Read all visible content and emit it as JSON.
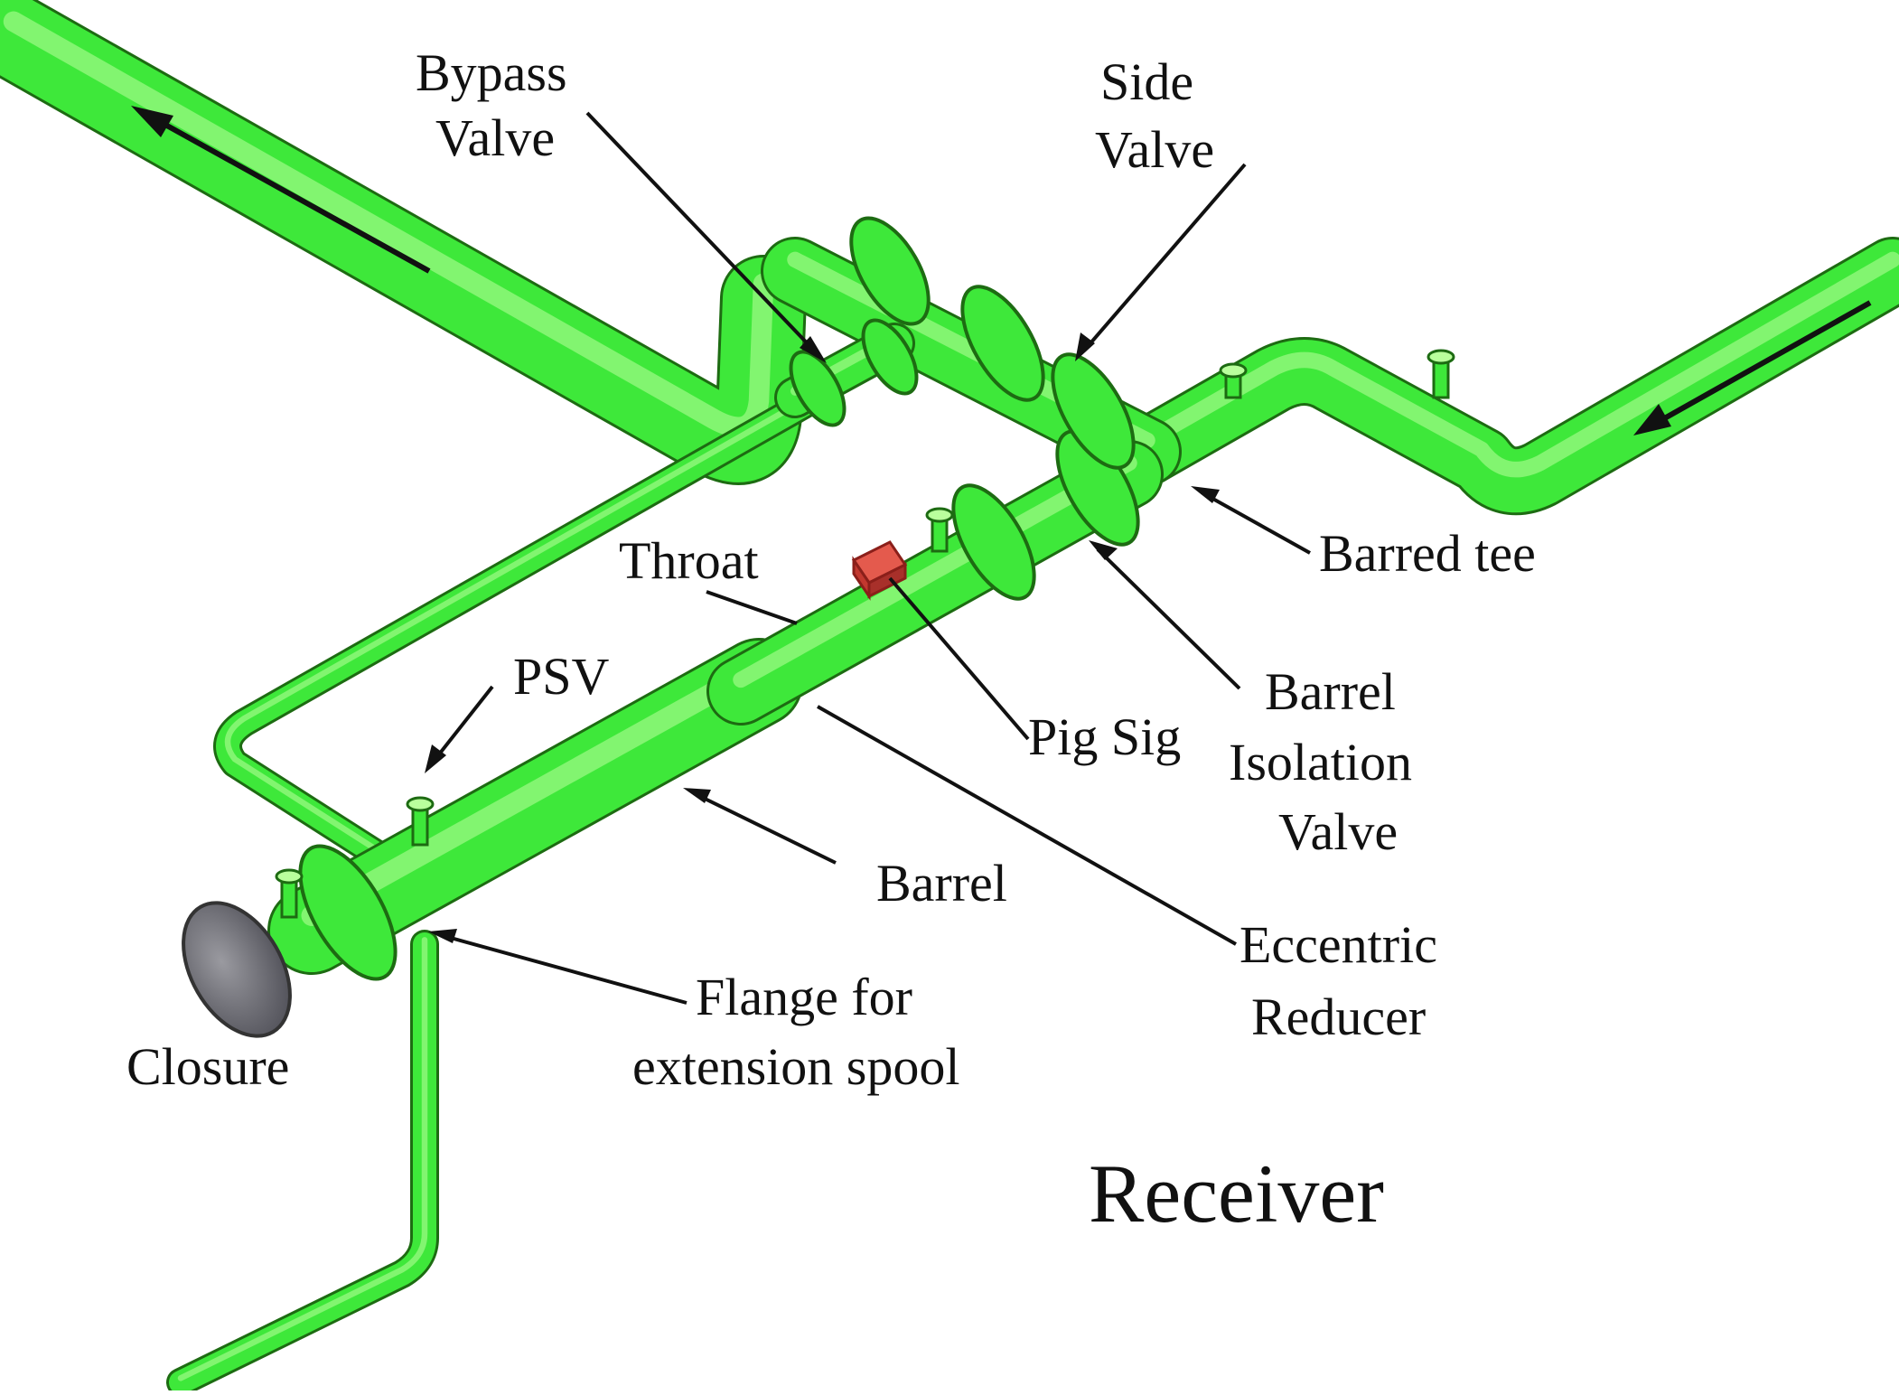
{
  "diagram": {
    "title": "Receiver",
    "labels": {
      "bypass_valve": [
        "Bypass",
        "Valve"
      ],
      "side_valve": [
        "Side",
        "Valve"
      ],
      "throat": "Throat",
      "barred_tee": "Barred tee",
      "pig_sig": "Pig Sig",
      "barrel_isolation_valve": [
        "Barrel",
        "Isolation",
        "Valve"
      ],
      "psv": "PSV",
      "barrel": "Barrel",
      "eccentric_reducer": [
        "Eccentric",
        "Reducer"
      ],
      "flange_extension_spool": [
        "Flange for",
        "extension spool"
      ],
      "closure": "Closure"
    },
    "colors": {
      "pipe": "#3ee83a",
      "pipe_shadow": "#1d8a1a",
      "pipe_highlight": "#b9ff9c",
      "closure": "#6c6c70",
      "pig_sig": "#d9443c",
      "line": "#111111",
      "background": "#ffffff"
    },
    "flow_direction_icon": "arrow-icon"
  }
}
